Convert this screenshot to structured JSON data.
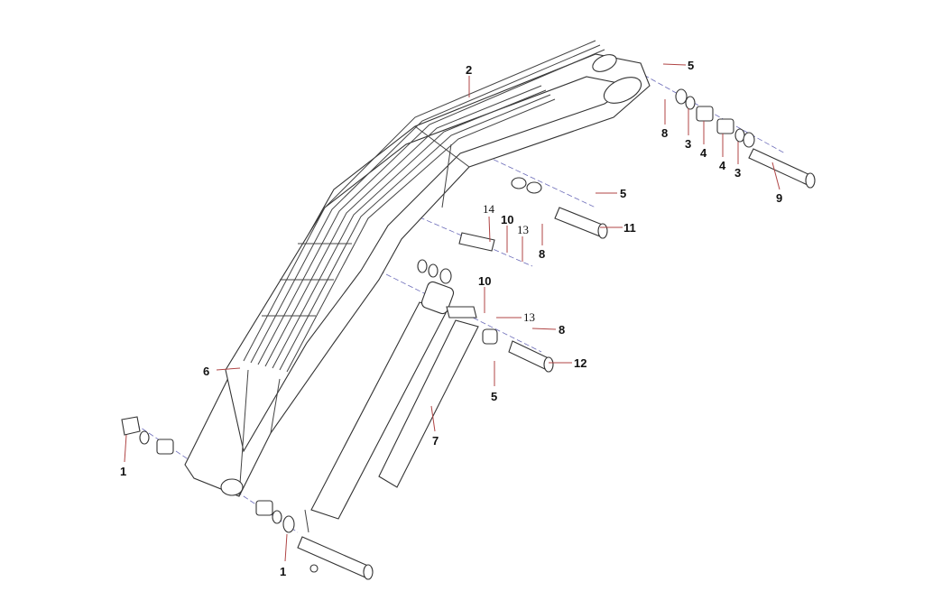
{
  "diagram": {
    "type": "exploded parts diagram",
    "callouts": [
      {
        "id": "c-2",
        "label": "2"
      },
      {
        "id": "c-5a",
        "label": "5"
      },
      {
        "id": "c-8a",
        "label": "8"
      },
      {
        "id": "c-3a",
        "label": "3"
      },
      {
        "id": "c-4a",
        "label": "4"
      },
      {
        "id": "c-4b",
        "label": "4"
      },
      {
        "id": "c-3b",
        "label": "3"
      },
      {
        "id": "c-9",
        "label": "9"
      },
      {
        "id": "c-5b",
        "label": "5"
      },
      {
        "id": "c-11",
        "label": "11"
      },
      {
        "id": "c-14",
        "label": "14"
      },
      {
        "id": "c-10a",
        "label": "10"
      },
      {
        "id": "c-13a",
        "label": "13"
      },
      {
        "id": "c-8b",
        "label": "8"
      },
      {
        "id": "c-10b",
        "label": "10"
      },
      {
        "id": "c-13b",
        "label": "13"
      },
      {
        "id": "c-8c",
        "label": "8"
      },
      {
        "id": "c-12",
        "label": "12"
      },
      {
        "id": "c-5c",
        "label": "5"
      },
      {
        "id": "c-6",
        "label": "6"
      },
      {
        "id": "c-7",
        "label": "7"
      },
      {
        "id": "c-1a",
        "label": "1"
      },
      {
        "id": "c-1b",
        "label": "1"
      }
    ]
  }
}
